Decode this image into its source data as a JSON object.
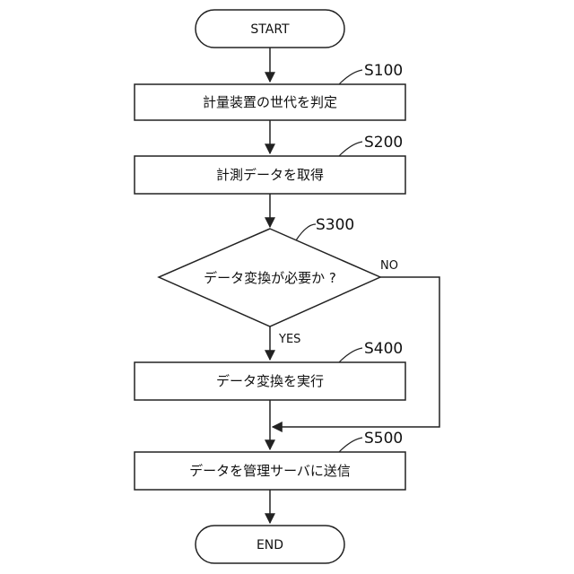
{
  "nodes": {
    "start": {
      "label": "START"
    },
    "s100": {
      "label": "計量装置の世代を判定",
      "step": "S100"
    },
    "s200": {
      "label": "計測データを取得",
      "step": "S200"
    },
    "s300": {
      "label": "データ変換が必要か ?",
      "step": "S300"
    },
    "s400": {
      "label": "データ変換を実行",
      "step": "S400"
    },
    "s500": {
      "label": "データを管理サーバに送信",
      "step": "S500"
    },
    "end": {
      "label": "END"
    }
  },
  "edges": {
    "yes_label": "YES",
    "no_label": "NO"
  }
}
